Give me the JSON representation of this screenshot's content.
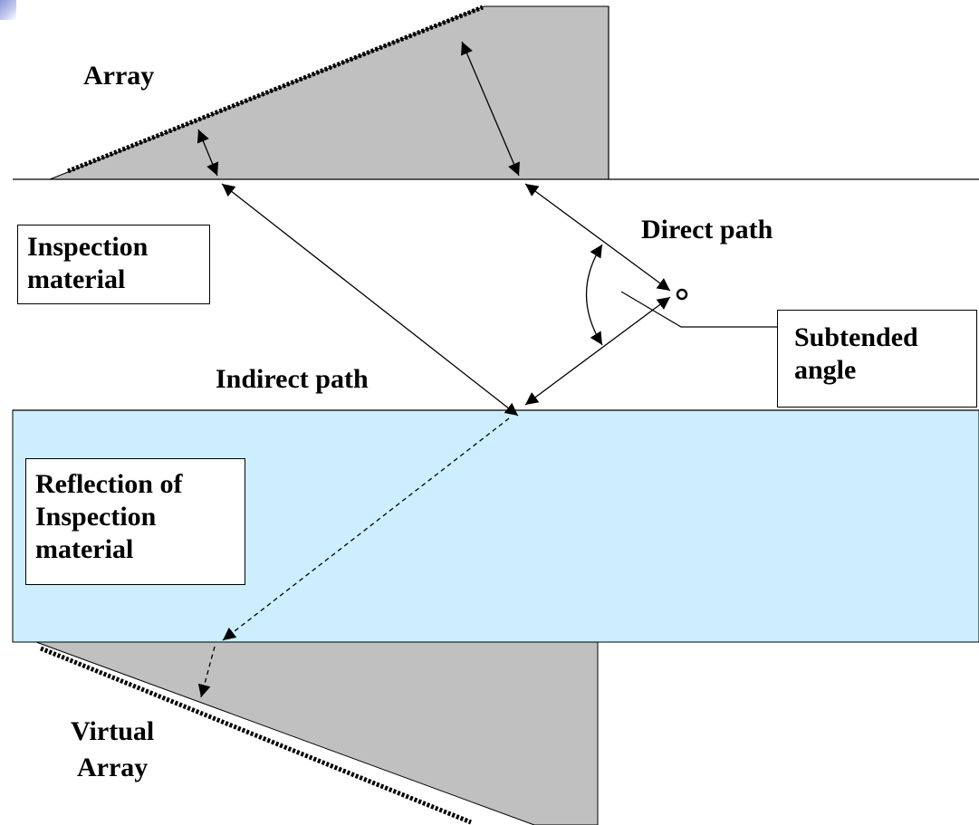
{
  "labels": {
    "array": "Array",
    "direct_path": "Direct path",
    "indirect_path": "Indirect path",
    "virtual_array_line1": "Virtual",
    "virtual_array_line2": "Array"
  },
  "boxes": {
    "inspection_material": [
      "Inspection",
      "material"
    ],
    "subtended_angle": [
      "Subtended",
      "angle"
    ],
    "reflection_of_inspection_material": [
      "Reflection of",
      "Inspection",
      "material"
    ]
  },
  "colors": {
    "array_fill": "#c0c0c0",
    "reflection_fill": "#cceeff",
    "line": "#000000",
    "corner_accent": "#8a97d8"
  }
}
